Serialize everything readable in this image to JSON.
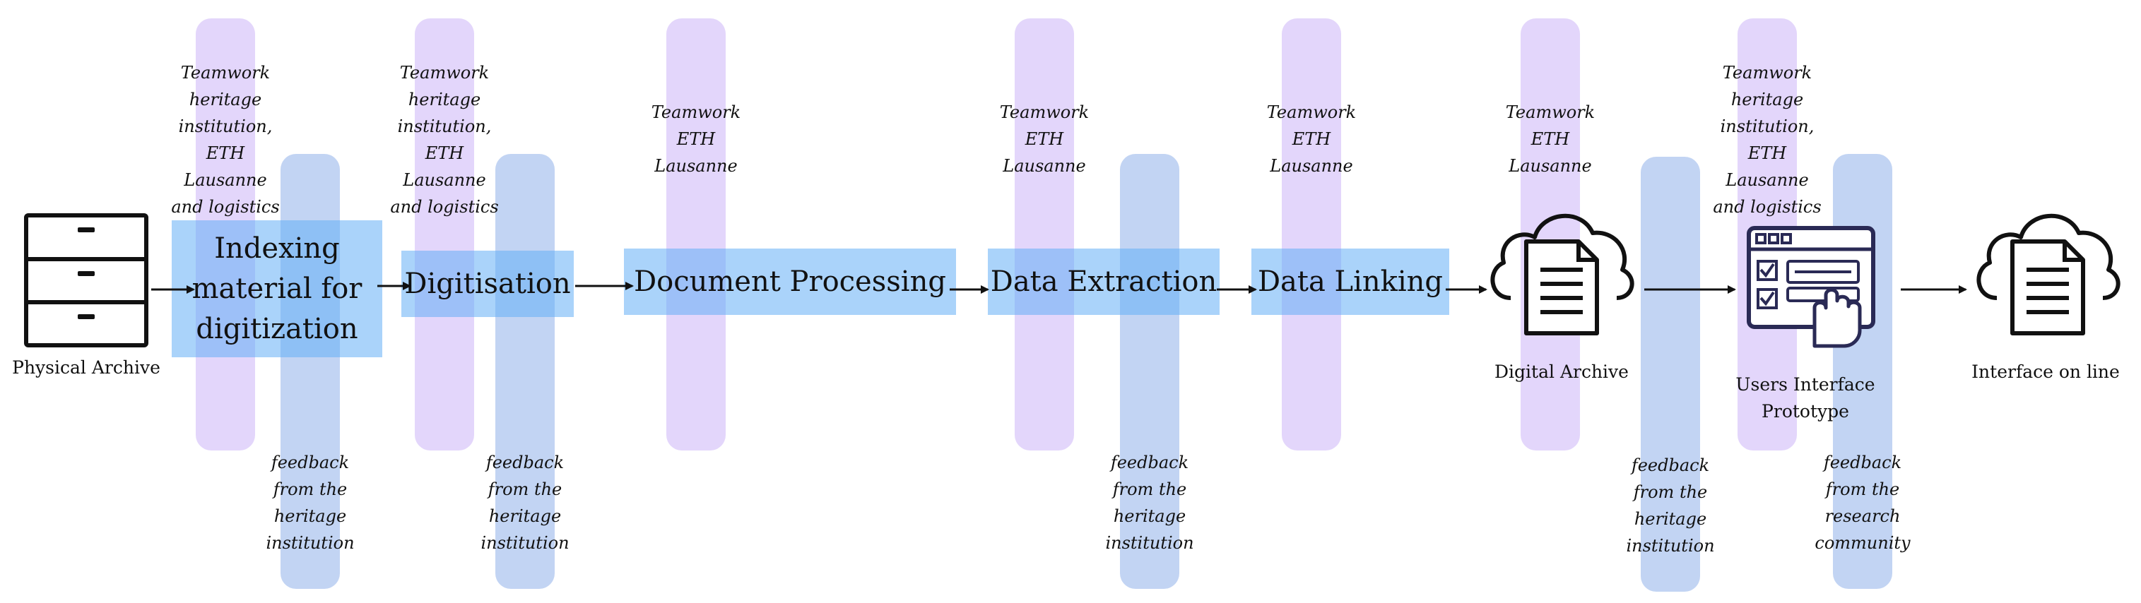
{
  "nodes": {
    "physical_archive": "Physical Archive",
    "indexing": "Indexing\nmaterial for\ndigitization",
    "digitisation": "Digitisation",
    "document_processing": "Document Processing",
    "data_extraction": "Data Extraction",
    "data_linking": "Data Linking",
    "digital_archive": "Digital Archive",
    "users_interface": "Users Interface\nPrototype",
    "interface_online": "Interface on line"
  },
  "teamwork": {
    "t1": "Teamwork\nheritage\ninstitution,\nETH\nLausanne\nand logistics",
    "t2": "Teamwork\nheritage\ninstitution,\nETH\nLausanne\nand logistics",
    "t3": "Teamwork\nETH\nLausanne",
    "t4": "Teamwork\nETH\nLausanne",
    "t5": "Teamwork\nETH\nLausanne",
    "t6": "Teamwork\nETH\nLausanne",
    "t7": "Teamwork\nheritage\ninstitution,\nETH\nLausanne\nand logistics"
  },
  "feedback": {
    "f1": "feedback\nfrom the\nheritage\ninstitution",
    "f2": "feedback\nfrom the\nheritage\ninstitution",
    "f3": "feedback\nfrom the\nheritage\ninstitution",
    "f4": "feedback\nfrom the\nheritage\ninstitution",
    "f5": "feedback\nfrom the\nresearch\ncommunity"
  },
  "icons": [
    "filing-cabinet-icon",
    "cloud-document-icon",
    "user-interface-touch-icon",
    "cloud-document-icon"
  ],
  "colors": {
    "teamwork_band": "#e3d6fb",
    "feedback_band": "#b7cdf1",
    "step_box": "#64aff5"
  }
}
